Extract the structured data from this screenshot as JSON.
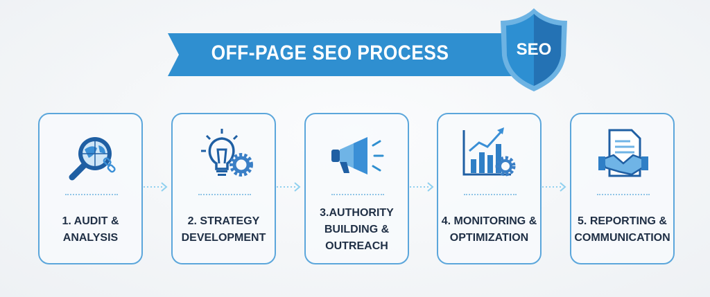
{
  "header": {
    "title": "OFF-PAGE SEO PROCESS",
    "badge": "SEO"
  },
  "colors": {
    "primary": "#2f8fd0",
    "dark": "#1f5fa3",
    "border": "#5ba6db",
    "text": "#1f2f45"
  },
  "steps": [
    {
      "label": "1. AUDIT &\nANALYSIS",
      "icon": "magnifier-globe-link-icon"
    },
    {
      "label": "2. STRATEGY\nDEVELOPMENT",
      "icon": "lightbulb-gear-icon"
    },
    {
      "label": "3.AUTHORITY\nBUILDING &\nOUTREACH",
      "icon": "megaphone-icon"
    },
    {
      "label": "4. MONITORING &\nOPTIMIZATION",
      "icon": "chart-gear-icon"
    },
    {
      "label": "5. REPORTING &\nCOMMUNICATION",
      "icon": "document-handshake-icon"
    }
  ]
}
